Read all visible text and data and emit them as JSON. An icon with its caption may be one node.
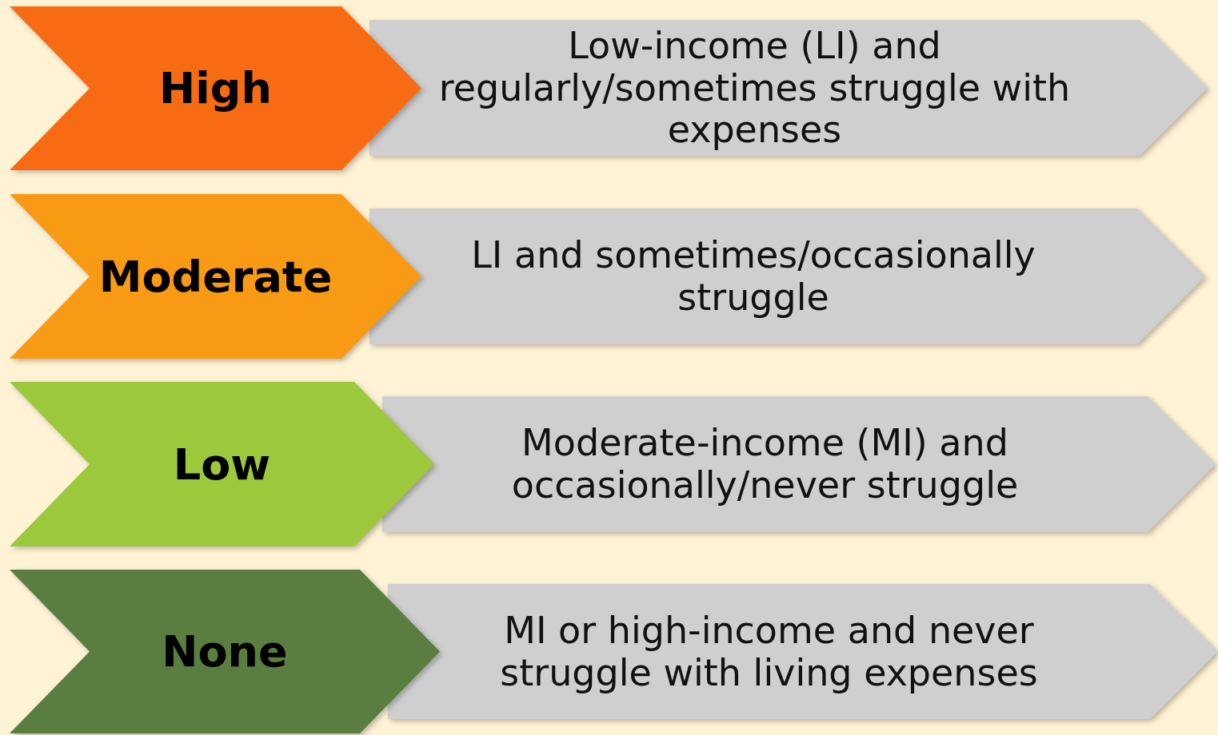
{
  "diagram": {
    "nodes": [
      {
        "text": [
          "High"
        ]
      },
      {
        "text": [
          "Low-income (LI) and regularly/sometimes struggle with expenses"
        ]
      },
      {
        "text": [
          "Moderate"
        ]
      },
      {
        "text": [
          "LI and sometimes/occasionally struggle"
        ]
      },
      {
        "text": [
          "Low"
        ]
      },
      {
        "text": [
          "Moderate-income (MI) and occasionally/never struggle"
        ]
      },
      {
        "text": [
          "None"
        ]
      },
      {
        "text": [
          "MI or high-income and never struggle with living expenses"
        ]
      }
    ]
  }
}
